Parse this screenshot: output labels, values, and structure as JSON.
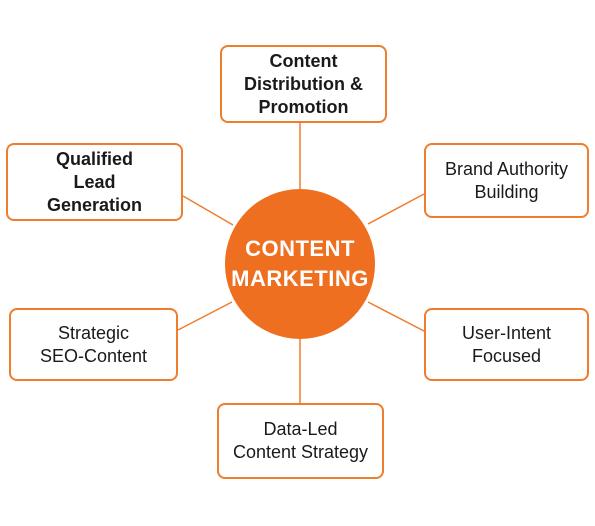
{
  "diagram": {
    "center": {
      "label": "CONTENT\nMARKETING",
      "color": "#ee6f1f"
    },
    "accent_color": "#ee7d2e",
    "nodes": {
      "top": {
        "label": "Content\nDistribution &\nPromotion"
      },
      "top_left": {
        "label": "Qualified\nLead\nGeneration"
      },
      "top_right": {
        "label": "Brand Authority\nBuilding"
      },
      "bottom_left": {
        "label": "Strategic\nSEO-Content"
      },
      "bottom_right": {
        "label": "User-Intent\nFocused"
      },
      "bottom": {
        "label": "Data-Led\nContent Strategy"
      }
    }
  }
}
